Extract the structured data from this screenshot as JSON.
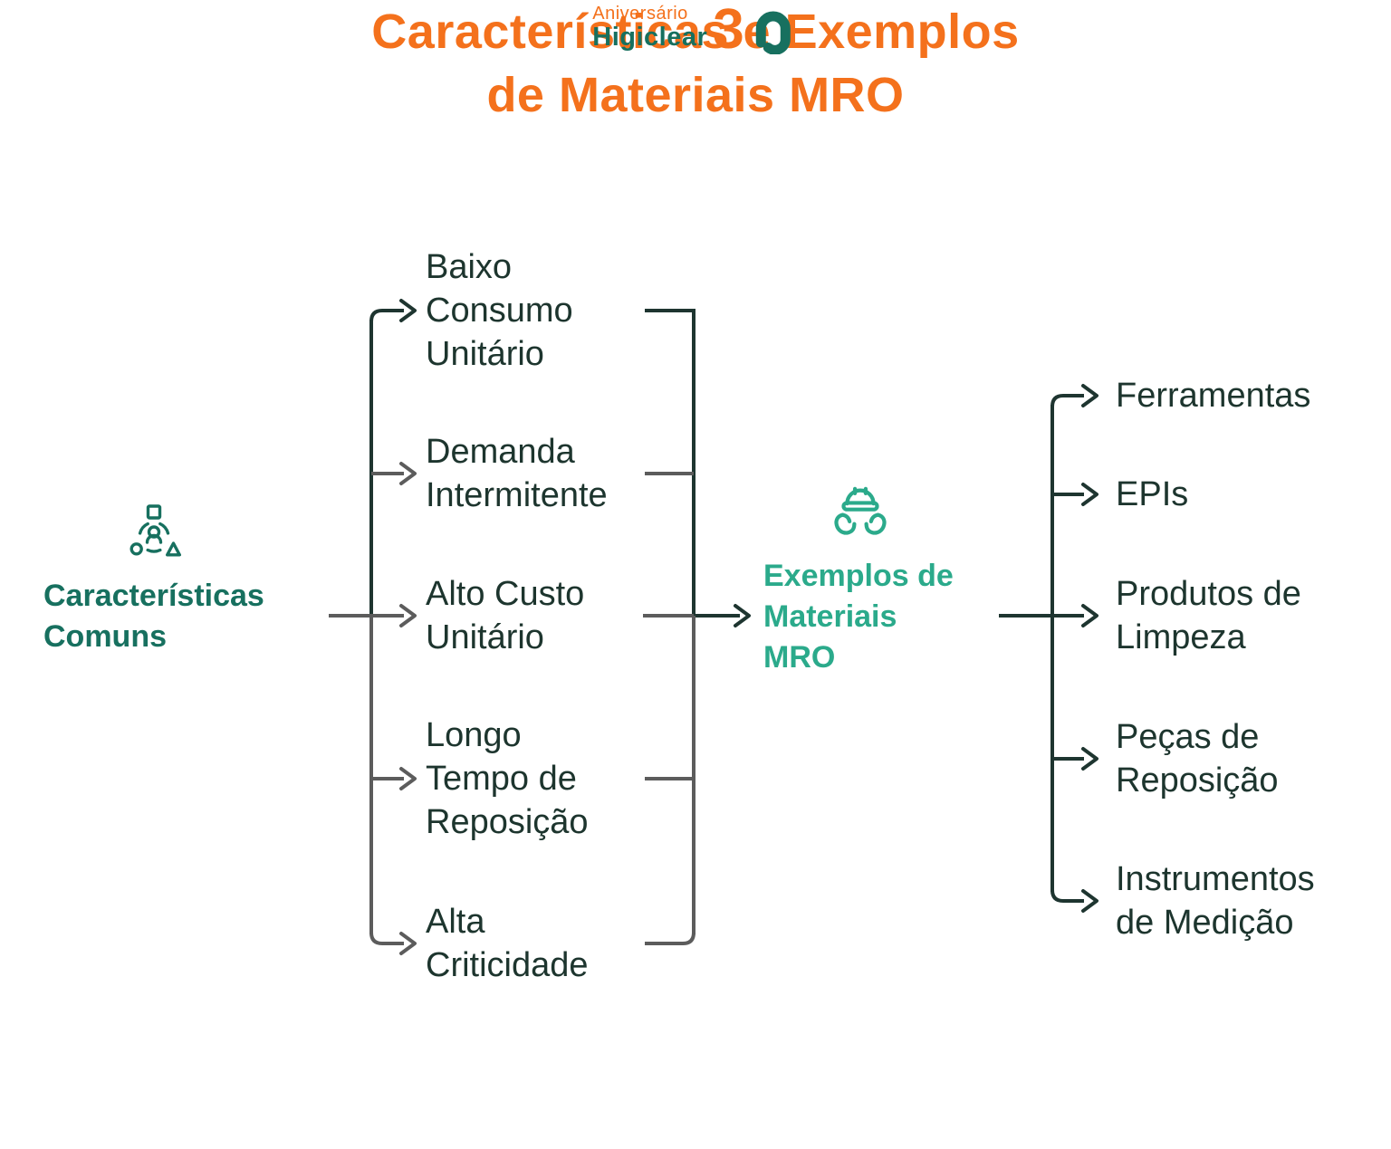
{
  "title": "Características e Exemplos\nde Materiais MRO",
  "left_node": {
    "label": "Características\nComuns",
    "icon": "people-shapes-icon"
  },
  "center_node": {
    "label": "Exemplos de\nMateriais\nMRO",
    "icon": "hardhat-hands-icon"
  },
  "characteristics": [
    "Baixo\nConsumo\nUnitário",
    "Demanda\nIntermitente",
    "Alto Custo\nUnitário",
    "Longo\nTempo de\nReposição",
    "Alta\nCriticidade"
  ],
  "examples": [
    "Ferramentas",
    "EPIs",
    "Produtos de\nLimpeza",
    "Peças de\nReposição",
    "Instrumentos\nde Medição"
  ],
  "footer": {
    "tagline": "Aniversário",
    "brand": "Higiclear",
    "anniversary_number": "30"
  },
  "colors": {
    "orange": "#F4711C",
    "teal": "#2BAA8B",
    "dark_teal": "#17705F",
    "text_dark": "#1D352E",
    "line_dark": "#1E3530",
    "line_gray": "#5C5C5C"
  }
}
